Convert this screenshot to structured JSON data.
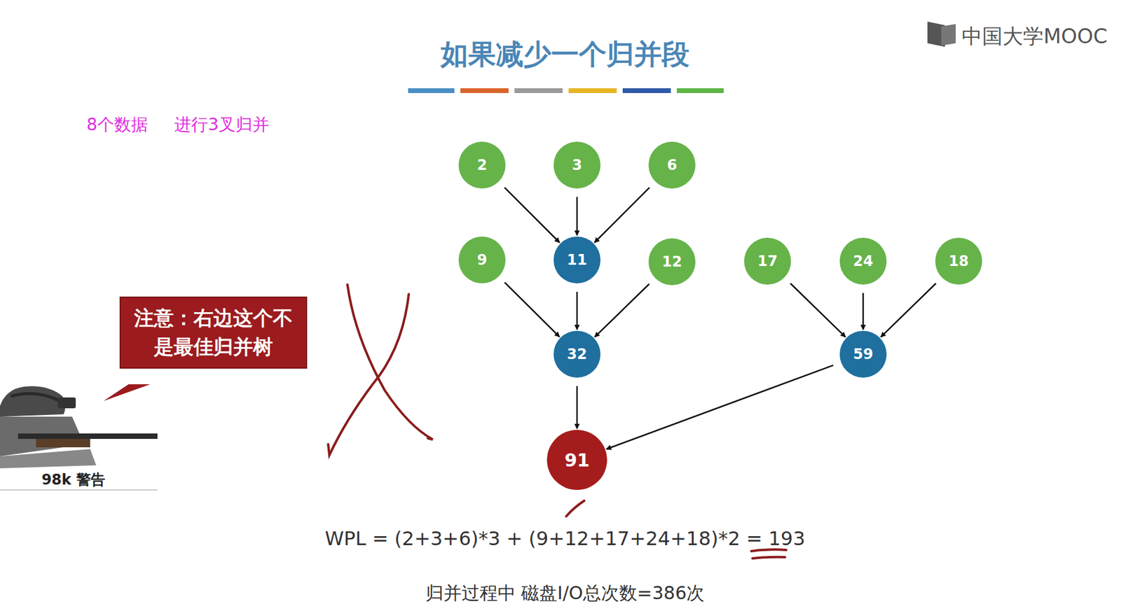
{
  "diagram": {
    "title": "如果减少一个归并段",
    "nodes": [
      {
        "text": [
          "2"
        ]
      },
      {
        "text": [
          "3"
        ]
      },
      {
        "text": [
          "6"
        ]
      },
      {
        "text": [
          "9"
        ]
      },
      {
        "text": [
          "11"
        ]
      },
      {
        "text": [
          "12"
        ]
      },
      {
        "text": [
          "17"
        ]
      },
      {
        "text": [
          "24"
        ]
      },
      {
        "text": [
          "18"
        ]
      },
      {
        "text": [
          "注意：右边这个不是最佳归并树"
        ]
      },
      {
        "text": [
          "32"
        ]
      },
      {
        "text": [
          "59"
        ]
      },
      {
        "text": [
          "91"
        ]
      }
    ],
    "edges": [
      {
        "from": 0,
        "to": 4,
        "arrow": "to"
      },
      {
        "from": 1,
        "to": 4,
        "arrow": "to"
      },
      {
        "from": 2,
        "to": 4,
        "arrow": "to"
      },
      {
        "from": 3,
        "to": 10,
        "arrow": "to"
      },
      {
        "from": 4,
        "to": 10,
        "arrow": "to"
      },
      {
        "from": 5,
        "to": 10,
        "arrow": "to"
      },
      {
        "from": 6,
        "to": 11,
        "arrow": "to"
      },
      {
        "from": 7,
        "to": 11,
        "arrow": "to"
      },
      {
        "from": 8,
        "to": 11,
        "arrow": "to"
      },
      {
        "from": 10,
        "to": 12,
        "arrow": "to"
      },
      {
        "from": 11,
        "to": 12,
        "arrow": "to"
      }
    ],
    "labels": [
      "中国大学MOOC",
      "8个数据",
      "进行3叉归并",
      "98k 警告",
      "WPL = (2+3+6)*3 + (9+12+17+24+18)*2 = 193",
      "归并过程中 磁盘I/O总次数=386次"
    ]
  }
}
